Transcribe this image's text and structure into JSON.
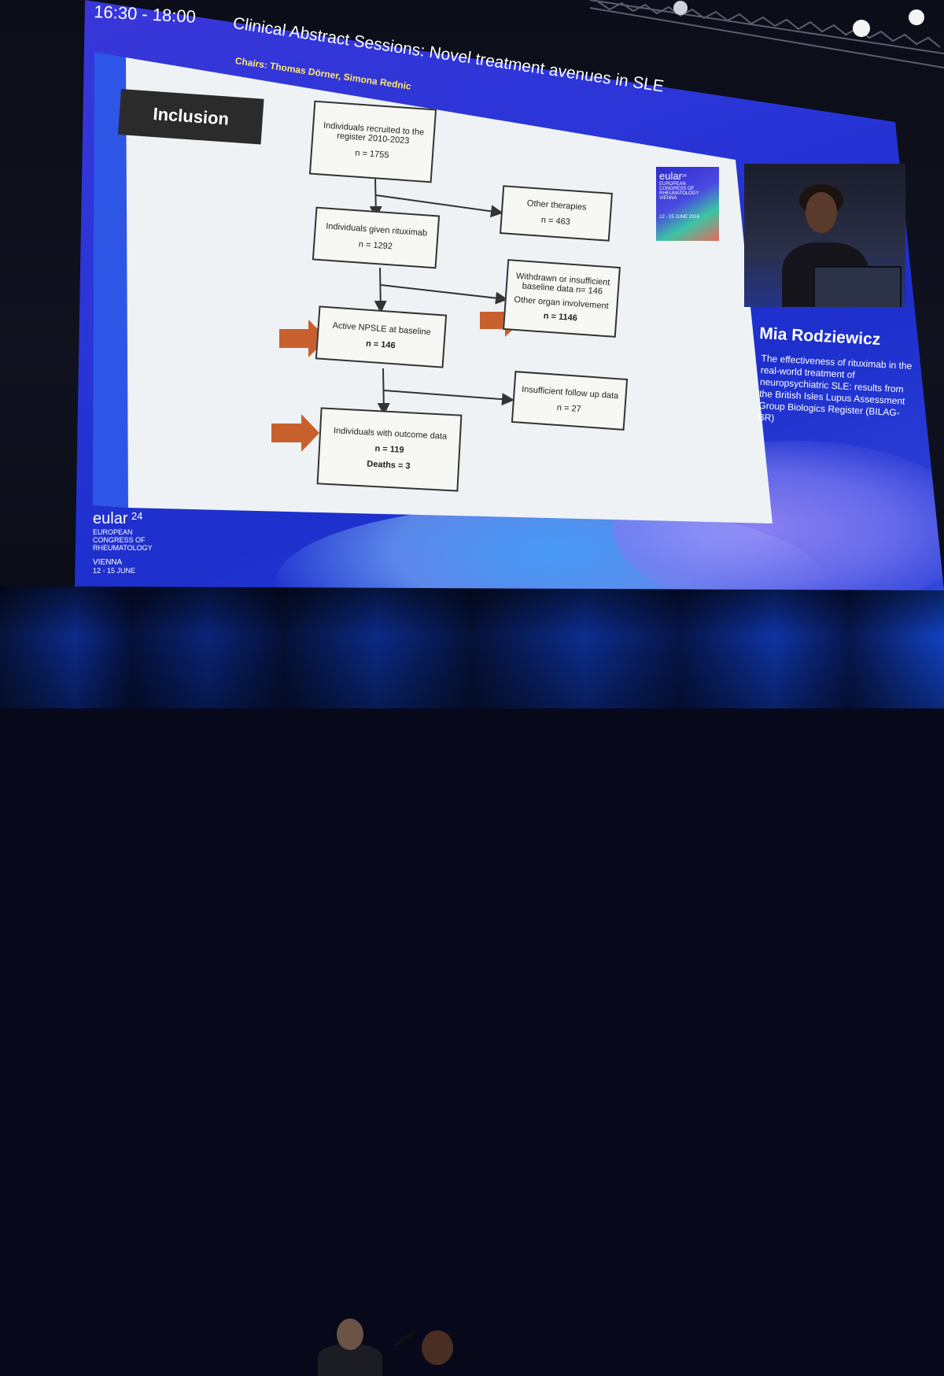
{
  "session": {
    "time": "16:30 - 18:00",
    "title": "Clinical Abstract Sessions: Novel treatment avenues in SLE",
    "chairs": "Chairs: Thomas Dörner, Simona Rednic"
  },
  "slide": {
    "heading": "Inclusion",
    "boxes": {
      "recruited": {
        "label": "Individuals recruited to the register 2010-2023",
        "n": "n = 1755"
      },
      "other_therapies": {
        "label": "Other therapies",
        "n": "n = 463"
      },
      "rituximab": {
        "label": "Individuals given rituximab",
        "n": "n = 1292"
      },
      "withdrawn": {
        "label": "Withdrawn or insufficient baseline data n= 146",
        "other": "Other organ involvement",
        "n": "n = 1146"
      },
      "active_npsle": {
        "label": "Active NPSLE at baseline",
        "n": "n = 146"
      },
      "insufficient_followup": {
        "label": "Insufficient follow up data",
        "n": "n = 27"
      },
      "outcome": {
        "label": "Individuals with outcome data",
        "n": "n = 119",
        "deaths": "Deaths = 3"
      }
    },
    "arrow_color": "#c8602e"
  },
  "logo": {
    "brand": "eular",
    "year": "24",
    "line1": "EUROPEAN",
    "line2": "CONGRESS OF",
    "line3": "RHEUMATOLOGY",
    "city": "VIENNA",
    "dates": "12 - 15 JUNE 2024"
  },
  "speaker": {
    "name": "Mia Rodziewicz",
    "talk": "The effectiveness of rituximab in the real-world treatment of neuropsychiatric SLE: results from the British Isles Lupus Assessment Group Biologics Register (BILAG-BR)"
  },
  "footer": {
    "brand": "eular",
    "year": "24",
    "line1": "EUROPEAN",
    "line2": "CONGRESS OF",
    "line3": "RHEUMATOLOGY",
    "city": "VIENNA",
    "dates": "12 - 15 JUNE"
  }
}
